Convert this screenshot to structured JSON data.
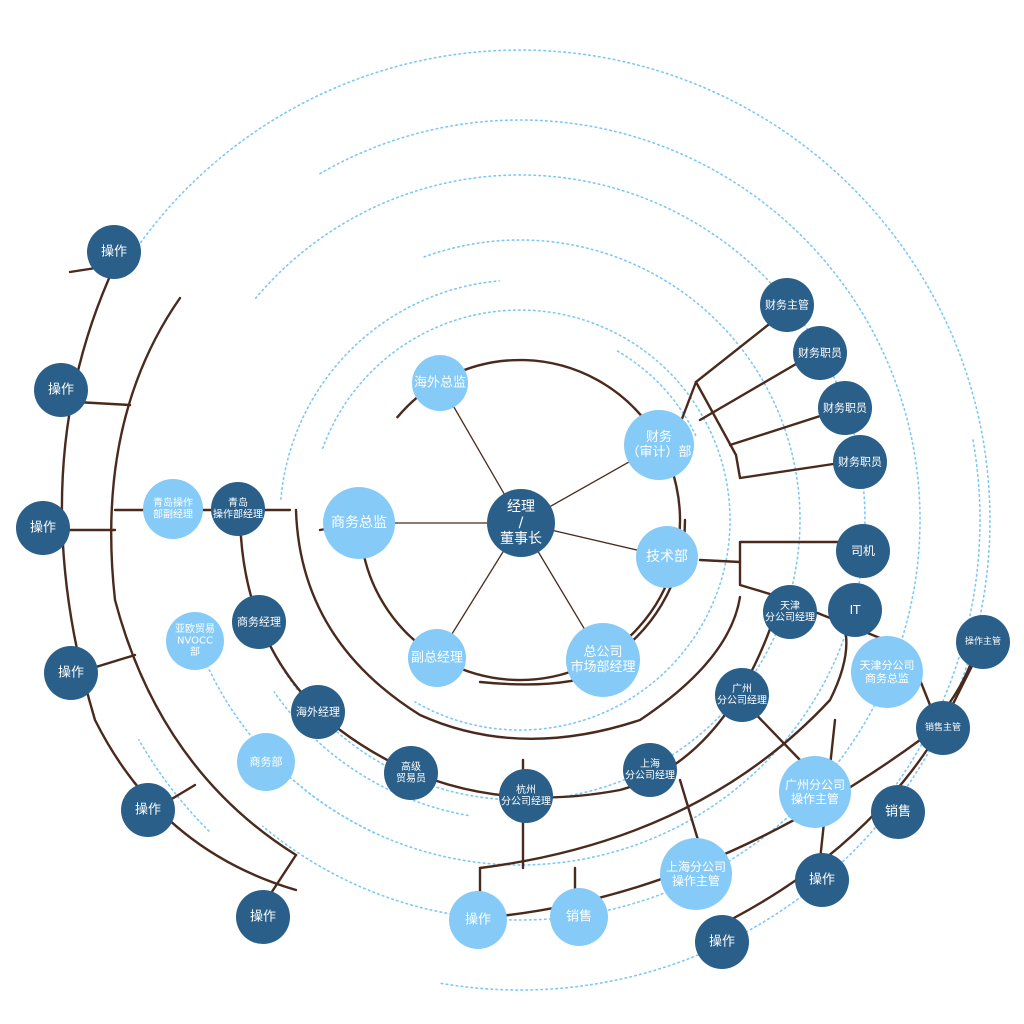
{
  "colors": {
    "dark_node": "#2a5f8a",
    "light_node": "#86cbf7",
    "line": "#4a2a1c",
    "ring": "#7cc8f5"
  },
  "nodes": {
    "chairman": [
      "经理",
      "/",
      "董事长"
    ],
    "overseas_director": [
      "海外总监"
    ],
    "business_director": [
      "商务总监"
    ],
    "deputy_gm": [
      "副总经理"
    ],
    "hq_marketing_manager": [
      "总公司",
      "市场部经理"
    ],
    "tech_dept": [
      "技术部"
    ],
    "finance_dept": [
      "财务",
      "（审计）部"
    ],
    "finance_supervisor": [
      "财务主管"
    ],
    "finance_staff_1": [
      "财务职员"
    ],
    "finance_staff_2": [
      "财务职员"
    ],
    "finance_staff_3": [
      "财务职员"
    ],
    "driver": [
      "司机"
    ],
    "it": [
      "IT"
    ],
    "tianjin_branch_manager": [
      "天津",
      "分公司经理"
    ],
    "tianjin_business_director": [
      "天津分公司",
      "商务总监"
    ],
    "tianjin_ops_supervisor": [
      "操作主管"
    ],
    "tianjin_sales_supervisor": [
      "销售主管"
    ],
    "guangzhou_branch_manager": [
      "广州",
      "分公司经理"
    ],
    "guangzhou_ops_supervisor": [
      "广州分公司",
      "操作主管"
    ],
    "guangzhou_sales": [
      "销售"
    ],
    "guangzhou_ops": [
      "操作"
    ],
    "shanghai_branch_manager": [
      "上海",
      "分公司经理"
    ],
    "shanghai_ops_supervisor": [
      "上海分公司",
      "操作主管"
    ],
    "shanghai_ops": [
      "操作"
    ],
    "hangzhou_branch_manager": [
      "杭州",
      "分公司经理"
    ],
    "hangzhou_ops": [
      "操作"
    ],
    "hangzhou_sales": [
      "销售"
    ],
    "senior_trader": [
      "高级",
      "贸易员"
    ],
    "overseas_manager": [
      "海外经理"
    ],
    "business_manager": [
      "商务经理"
    ],
    "business_dept": [
      "商务部"
    ],
    "eurasia_nvocc": [
      "亚欧贸易",
      "NVOCC",
      "部"
    ],
    "qingdao_ops_manager": [
      "青岛",
      "操作部经理"
    ],
    "qingdao_ops_deputy": [
      "青岛操作",
      "部副经理"
    ],
    "ops_1": [
      "操作"
    ],
    "ops_2": [
      "操作"
    ],
    "ops_3": [
      "操作"
    ],
    "ops_4": [
      "操作"
    ],
    "ops_5": [
      "操作"
    ],
    "ops_6": [
      "操作"
    ]
  }
}
